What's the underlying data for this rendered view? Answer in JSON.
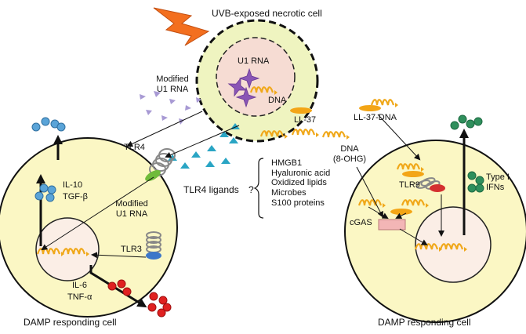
{
  "labels": {
    "necrotic_cell": "UVB-exposed necrotic cell",
    "u1_rna": "U1 RNA",
    "dna": "DNA",
    "ll37": "LL-37",
    "modified_u1_rna_top_1": "Modified",
    "modified_u1_rna_top_2": "U1 RNA",
    "tlr4": "TLR4",
    "tlr4_ligands": "TLR4 ligands",
    "question_mark": "?",
    "ligand_items": [
      "HMGB1",
      "Hyaluronic acid",
      "Oxidized lipids",
      "Microbes",
      "S100 proteins"
    ],
    "il10": "IL-10",
    "tgfb": "TGF-β",
    "modified_u1_rna_left_1": "Modified",
    "modified_u1_rna_left_2": "U1 RNA",
    "tlr3": "TLR3",
    "il6": "IL-6",
    "tnfa": "TNF-α",
    "ll37_dna": "LL-37-DNA",
    "dna_8ohg_1": "DNA",
    "dna_8ohg_2": "(8-OHG)",
    "tlr9": "TLR9",
    "cgas": "cGAS",
    "type_i_1": "Type I",
    "type_i_2": "IFNs",
    "damp_left": "DAMP responding cell",
    "damp_right": "DAMP responding cell"
  },
  "colors": {
    "cell_fill": "#fbf7c4",
    "necrotic_fill": "#eff4c0",
    "nucleus_fill": "#fbeee6",
    "necrotic_nucleus_fill": "#f6dcd3",
    "purple": "#8a55b5",
    "dna_orange": "#f0a81a",
    "ll37_orange": "#f3a516",
    "teal": "#2aa5c4",
    "blue_dots": "#5aa4d8",
    "red_dots": "#e02020",
    "green_dots": "#2f8f5c",
    "lightning": "#f36f1f",
    "tlr4_green": "#6fbb3a",
    "tlr3_blue": "#3c77c9",
    "tlr9_red": "#d43030",
    "cgas_pink": "#f3b6b6"
  }
}
